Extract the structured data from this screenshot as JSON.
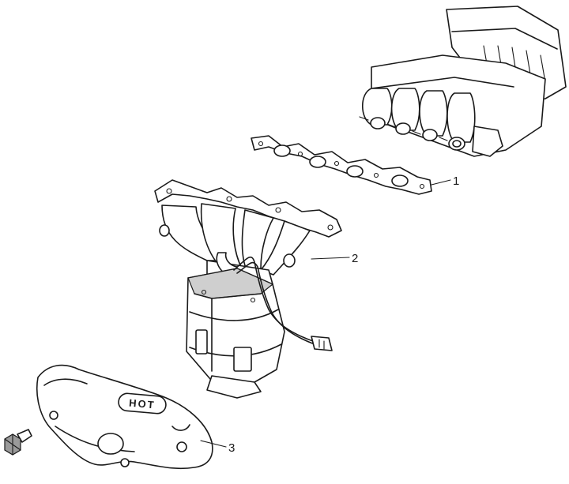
{
  "callouts": [
    {
      "number": "1",
      "part": "gasket"
    },
    {
      "number": "2",
      "part": "exhaust-manifold-catalytic-converter"
    },
    {
      "number": "3",
      "part": "heat-shield"
    }
  ],
  "heat_shield_label": "HOT"
}
